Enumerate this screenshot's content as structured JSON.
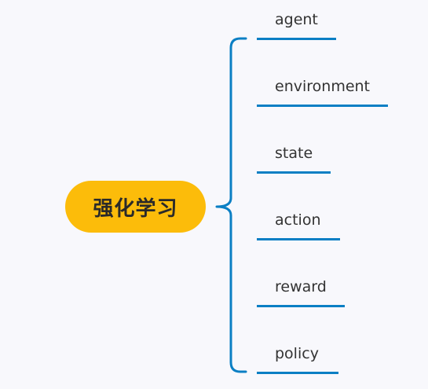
{
  "mindmap": {
    "root": {
      "label": "强化学习"
    },
    "branches": [
      {
        "label": "agent"
      },
      {
        "label": "environment"
      },
      {
        "label": "state"
      },
      {
        "label": "action"
      },
      {
        "label": "reward"
      },
      {
        "label": "policy"
      }
    ]
  },
  "colors": {
    "background": "#f8f8fc",
    "root_fill": "#fcbc0a",
    "connector": "#0b7fc4",
    "text": "#333333"
  }
}
